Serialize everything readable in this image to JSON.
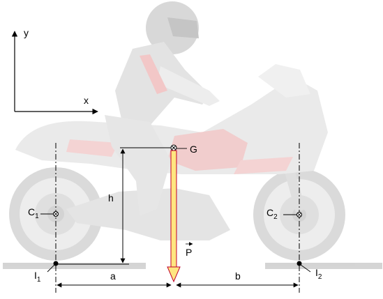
{
  "axes": {
    "y_label": "y",
    "x_label": "x"
  },
  "points": {
    "center_of_gravity": "G",
    "rear_wheel_center": {
      "main": "C",
      "sub": "1"
    },
    "front_wheel_center": {
      "main": "C",
      "sub": "2"
    },
    "rear_contact": {
      "main": "I",
      "sub": "1"
    },
    "front_contact": {
      "main": "I",
      "sub": "2"
    }
  },
  "dimensions": {
    "height": "h",
    "rear_distance": "a",
    "front_distance": "b"
  },
  "force": {
    "weight_label": "P"
  },
  "colors": {
    "weight_arrow_outline": "#c0002a",
    "weight_arrow_fill": "#ffe680",
    "ground": "#c8c8c8",
    "motorcycle": "#dcdcdc",
    "motorcycle_accent": "#f2c4c4"
  }
}
